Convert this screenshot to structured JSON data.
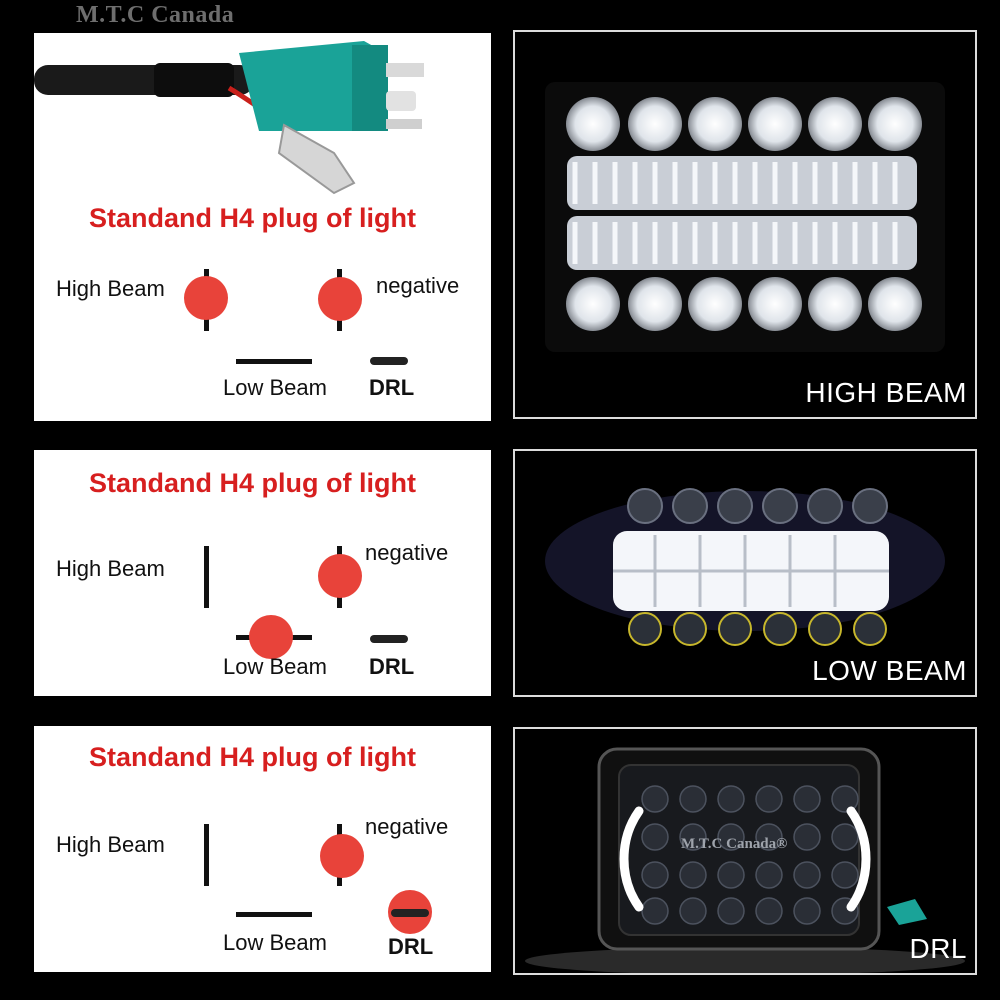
{
  "brand": "M.T.C Canada",
  "watermark": "M.T.C Canada®",
  "colors": {
    "title_red": "#d71f1f",
    "active_pin": "#e8433a",
    "plug_green": "#1aa398"
  },
  "panels": [
    {
      "title": "Standand H4 plug of light",
      "high_beam": "High Beam",
      "negative": "negative",
      "low_beam": "Low Beam",
      "drl": "DRL",
      "active": [
        "high-beam",
        "negative"
      ],
      "photo_caption": "HIGH BEAM"
    },
    {
      "title": "Standand H4 plug of light",
      "high_beam": "High Beam",
      "negative": "negative",
      "low_beam": "Low Beam",
      "drl": "DRL",
      "active": [
        "low-beam",
        "negative"
      ],
      "photo_caption": "LOW BEAM"
    },
    {
      "title": "Standand H4 plug of light",
      "high_beam": "High Beam",
      "negative": "negative",
      "low_beam": "Low Beam",
      "drl": "DRL",
      "active": [
        "drl",
        "negative"
      ],
      "photo_caption": "DRL"
    }
  ]
}
